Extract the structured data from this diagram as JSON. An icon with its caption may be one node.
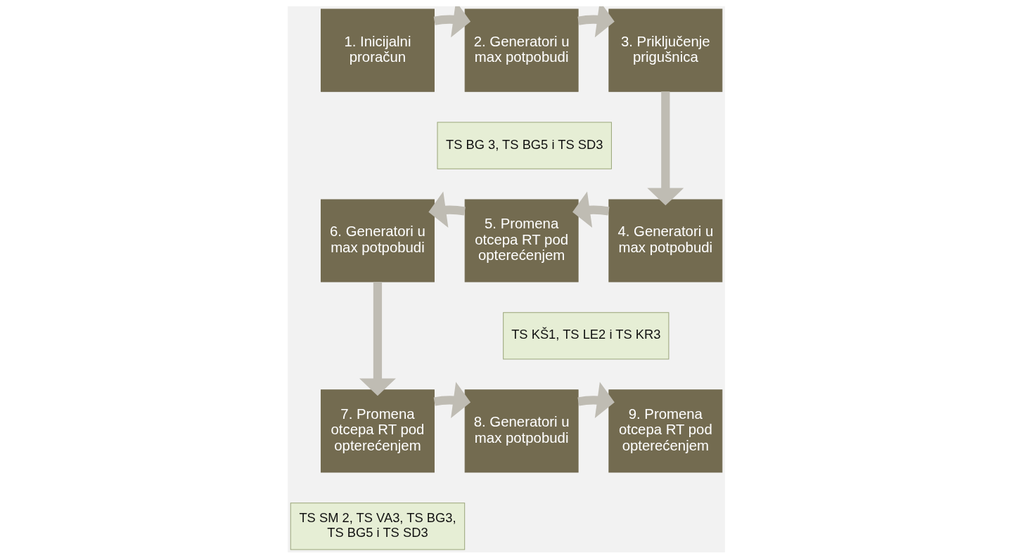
{
  "diagram": {
    "nodes": [
      {
        "text": [
          "1. Inicijalni proračun"
        ]
      },
      {
        "text": [
          "2. Generatori u max potpobudi"
        ]
      },
      {
        "text": [
          "3. Priključenje prigušnica"
        ]
      },
      {
        "text": [
          "4. Generatori u max potpobudi"
        ]
      },
      {
        "text": [
          "5. Promena otcepa RT pod opterećenjem"
        ]
      },
      {
        "text": [
          "6. Generatori u max potpobudi"
        ]
      },
      {
        "text": [
          "7. Promena otcepa RT pod opterećenjem"
        ]
      },
      {
        "text": [
          "8. Generatori u max potpobudi"
        ]
      },
      {
        "text": [
          "9. Promena otcepa RT pod opterećenjem"
        ]
      },
      {
        "text": [
          "TS BG 3, TS BG5 i TS SD3"
        ]
      },
      {
        "text": [
          "TS KŠ1, TS LE2 i TS KR3"
        ]
      },
      {
        "text": [
          "TS SM 2, TS VA3, TS BG3, TS BG5 i TS SD3"
        ]
      }
    ],
    "edges": [
      {
        "from": 0,
        "to": 1,
        "arrow": "to"
      },
      {
        "from": 1,
        "to": 2,
        "arrow": "to"
      },
      {
        "from": 2,
        "to": 3,
        "arrow": "to"
      },
      {
        "from": 3,
        "to": 4,
        "arrow": "to"
      },
      {
        "from": 4,
        "to": 5,
        "arrow": "to"
      },
      {
        "from": 5,
        "to": 6,
        "arrow": "to"
      },
      {
        "from": 6,
        "to": 7,
        "arrow": "to"
      },
      {
        "from": 7,
        "to": 8,
        "arrow": "to"
      }
    ]
  }
}
